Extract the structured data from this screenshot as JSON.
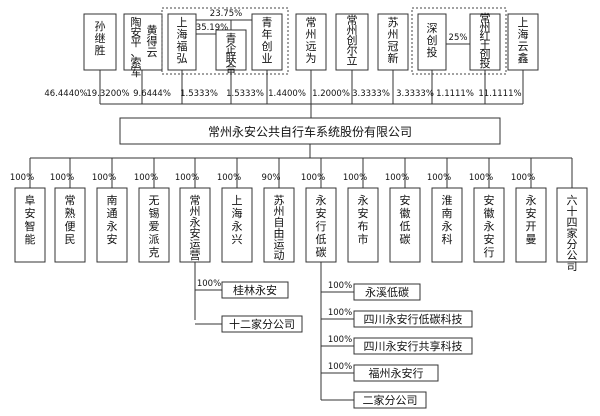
{
  "center_company": "常州永安公共自行车系统股份有限公司",
  "top_shareholders": [
    {
      "name": "孙继胜",
      "pct": "46.4440%"
    },
    {
      "name": "陶安平、索军",
      "pct": "19.3200%"
    },
    {
      "name": "黄得云",
      "pct": "9.6444%"
    },
    {
      "name": "上海福弘",
      "pct": "1.5333%"
    },
    {
      "name": "青企联合",
      "pct": "1.5333%"
    },
    {
      "name": "青年创业",
      "pct": "1.4400%"
    },
    {
      "name": "常州远为",
      "pct": "1.2000%"
    },
    {
      "name": "常州创尔立",
      "pct": "3.3333%"
    },
    {
      "name": "苏州冠新",
      "pct": "3.3333%"
    },
    {
      "name": "深创投",
      "pct": "1.1111%"
    },
    {
      "name": "常州红土创投",
      "pct": "11.1111%"
    },
    {
      "name": "上海云鑫",
      "pct": ""
    }
  ],
  "top_notes": {
    "group_pct": "23.75%",
    "inner_pct": "35.19%",
    "shen_pct": "25%"
  },
  "subsidiaries": [
    {
      "name": "阜安智能",
      "pct": "100%"
    },
    {
      "name": "常熟便民",
      "pct": "100%"
    },
    {
      "name": "南通永安",
      "pct": "100%"
    },
    {
      "name": "无锡爱派克",
      "pct": "100%"
    },
    {
      "name": "常州永安运营",
      "pct": "100%"
    },
    {
      "name": "上海永兴",
      "pct": "100%"
    },
    {
      "name": "苏州自由运动",
      "pct": "90%"
    },
    {
      "name": "永安行低碳",
      "pct": "100%"
    },
    {
      "name": "永安布市",
      "pct": "100%"
    },
    {
      "name": "安徽低碳",
      "pct": "100%"
    },
    {
      "name": "淮南永科",
      "pct": "100%"
    },
    {
      "name": "安徽永安行",
      "pct": "100%"
    },
    {
      "name": "永安开曼",
      "pct": "100%"
    },
    {
      "name": "六十四家分公司",
      "pct": ""
    }
  ],
  "yunying_children": [
    {
      "name": "桂林永安",
      "pct": "100%"
    },
    {
      "name": "十二家分公司",
      "pct": ""
    }
  ],
  "ditan_children": [
    {
      "name": "永溪低碳",
      "pct": "100%"
    },
    {
      "name": "四川永安行低碳科技",
      "pct": "100%"
    },
    {
      "name": "四川永安行共享科技",
      "pct": "100%"
    },
    {
      "name": "福州永安行",
      "pct": "100%"
    },
    {
      "name": "二家分公司",
      "pct": ""
    }
  ]
}
